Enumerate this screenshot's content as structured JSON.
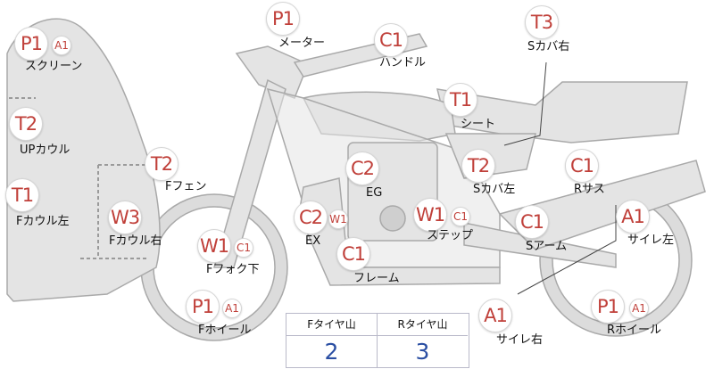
{
  "title": "",
  "parts": [
    {
      "id": "screen",
      "label": "スクリーン",
      "grade": "P1",
      "sub_grade": "A1"
    },
    {
      "id": "meter",
      "label": "メーター",
      "grade": "P1"
    },
    {
      "id": "handle",
      "label": "ハンドル",
      "grade": "C1"
    },
    {
      "id": "s-cover-right",
      "label": "Sカバ右",
      "grade": "T3"
    },
    {
      "id": "up-cowl",
      "label": "UPカウル",
      "grade": "T2"
    },
    {
      "id": "seat",
      "label": "シート",
      "grade": "T1"
    },
    {
      "id": "f-fender",
      "label": "Fフェン",
      "grade": "T2"
    },
    {
      "id": "eg",
      "label": "EG",
      "grade": "C2"
    },
    {
      "id": "s-cover-left",
      "label": "Sカバ左",
      "grade": "T2"
    },
    {
      "id": "r-suspension",
      "label": "Rサス",
      "grade": "C1"
    },
    {
      "id": "f-cowl-left",
      "label": "Fカウル左",
      "grade": "T1"
    },
    {
      "id": "f-cowl-right",
      "label": "Fカウル右",
      "grade": "W3"
    },
    {
      "id": "ex",
      "label": "EX",
      "grade": "C2",
      "sub_grade": "W1"
    },
    {
      "id": "step",
      "label": "ステップ",
      "grade": "W1",
      "sub_grade": "C1"
    },
    {
      "id": "s-arm",
      "label": "Sアーム",
      "grade": "C1"
    },
    {
      "id": "silencer-left",
      "label": "サイレ左",
      "grade": "A1"
    },
    {
      "id": "f-fork-lower",
      "label": "Fフォク下",
      "grade": "W1",
      "sub_grade": "C1"
    },
    {
      "id": "frame",
      "label": "フレーム",
      "grade": "C1"
    },
    {
      "id": "f-wheel",
      "label": "Fホイール",
      "grade": "P1",
      "sub_grade": "A1"
    },
    {
      "id": "silencer-right",
      "label": "サイレ右",
      "grade": "A1"
    },
    {
      "id": "r-wheel",
      "label": "Rホイール",
      "grade": "P1",
      "sub_grade": "A1"
    }
  ],
  "tire_table": {
    "front_label": "Fタイヤ山",
    "front_value": "2",
    "rear_label": "Rタイヤ山",
    "rear_value": "3"
  },
  "colors": {
    "body_fill": "#e4e4e4",
    "body_stroke": "#a9a9a9",
    "grade_text": "#c0403a",
    "tire_value": "#2b4fa3"
  }
}
